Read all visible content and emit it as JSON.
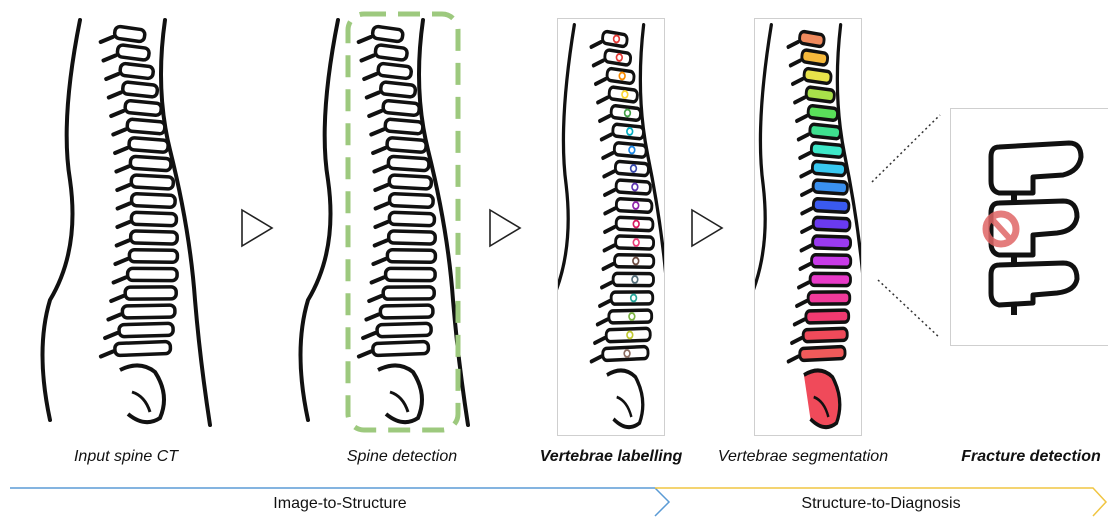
{
  "captions": {
    "input": "Input spine CT",
    "detection": "Spine detection",
    "labelling": "Vertebrae labelling",
    "segmentation": "Vertebrae segmentation",
    "fracture": "Fracture detection"
  },
  "stages": [
    {
      "label": "Image-to-Structure",
      "color": "#5b9bd5"
    },
    {
      "label": "Structure-to-Diagnosis",
      "color": "#f0c542"
    }
  ],
  "colors": {
    "detection_box": "#9dc97e",
    "fracture_marker": "#e06666",
    "outline": "#111111"
  },
  "icons": [
    "flow-arrow-icon",
    "vertebra-icon",
    "fracture-marker-icon"
  ]
}
